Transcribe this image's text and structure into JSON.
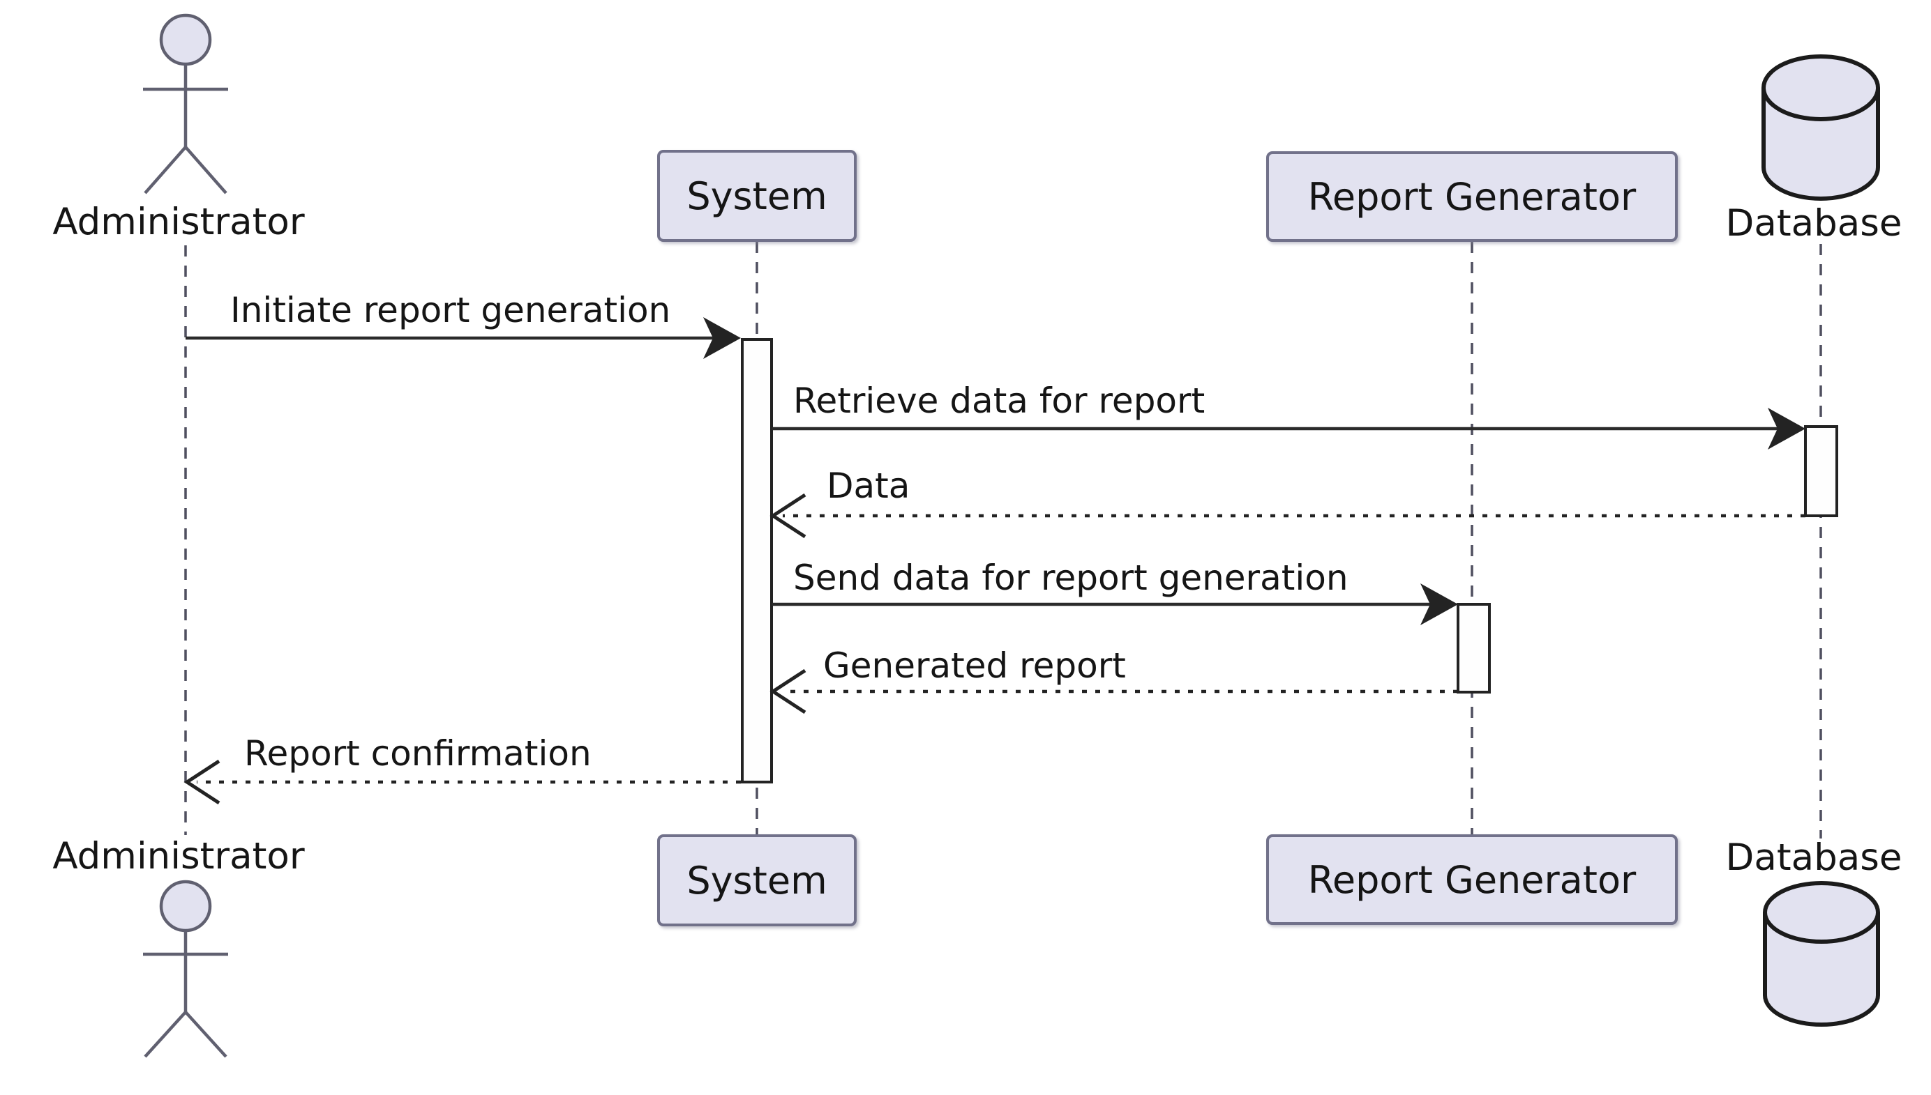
{
  "diagram": {
    "type": "uml-sequence-diagram",
    "participants": [
      {
        "id": "administrator",
        "label": "Administrator",
        "kind": "actor"
      },
      {
        "id": "system",
        "label": "System",
        "kind": "participant"
      },
      {
        "id": "report_generator",
        "label": "Report Generator",
        "kind": "participant"
      },
      {
        "id": "database",
        "label": "Database",
        "kind": "database"
      }
    ],
    "messages": [
      {
        "from": "administrator",
        "to": "system",
        "label": "Initiate report generation",
        "style": "solid"
      },
      {
        "from": "system",
        "to": "database",
        "label": "Retrieve data for report",
        "style": "solid"
      },
      {
        "from": "database",
        "to": "system",
        "label": "Data",
        "style": "dashed-return"
      },
      {
        "from": "system",
        "to": "report_generator",
        "label": "Send data for report generation",
        "style": "solid"
      },
      {
        "from": "report_generator",
        "to": "system",
        "label": "Generated report",
        "style": "dashed-return"
      },
      {
        "from": "system",
        "to": "administrator",
        "label": "Report confirmation",
        "style": "dashed-return"
      }
    ],
    "colors": {
      "participant_fill": "#e2e2f0",
      "participant_border": "#71718a",
      "message_line": "#2b2b2b",
      "lifeline": "#4f4f5f",
      "text": "#151515",
      "background": "#ffffff"
    }
  }
}
